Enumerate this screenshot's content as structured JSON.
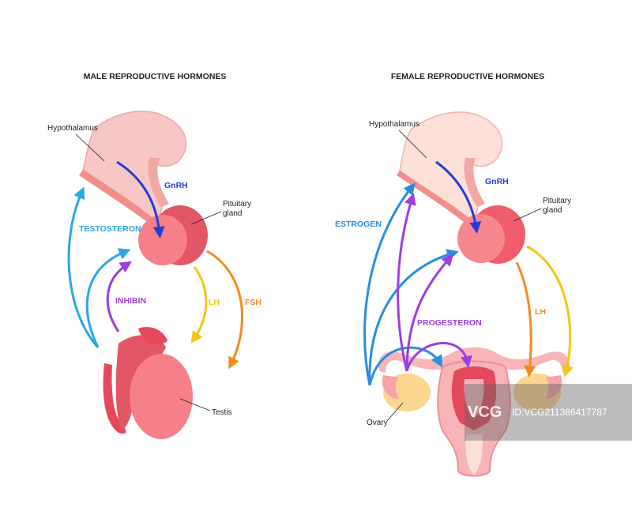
{
  "male": {
    "title": "MALE REPRODUCTIVE HORMONES",
    "hypothalamus": "Hypothalamus",
    "gnrh": "GnRH",
    "pituitary_1": "Pituitary",
    "pituitary_2": "gland",
    "testosteron": "TESTOSTERON",
    "inhibin": "INHIBIN",
    "lh": "LH",
    "fsh": "FSH",
    "testis": "Testis"
  },
  "female": {
    "title": "FEMALE REPRODUCTIVE HORMONES",
    "hypothalamus": "Hypothalamus",
    "gnrh": "GnRH",
    "pituitary_1": "Pituitary",
    "pituitary_2": "gland",
    "estrogen": "ESTROGEN",
    "progesteron": "PROGESTERON",
    "lh": "LH",
    "ovary": "Ovary"
  },
  "watermark": {
    "brand": "VCG",
    "id": "ID:VCG211386417787"
  },
  "colors": {
    "gnrh": "#1f3fd6",
    "testosteron": "#2aa6e6",
    "inhibin": "#9b3fe0",
    "lh": "#f5c518",
    "fsh": "#f38a1f",
    "estrogen": "#2a8de0",
    "progesteron": "#9b3fe0",
    "lh_female": "#f38a1f"
  }
}
